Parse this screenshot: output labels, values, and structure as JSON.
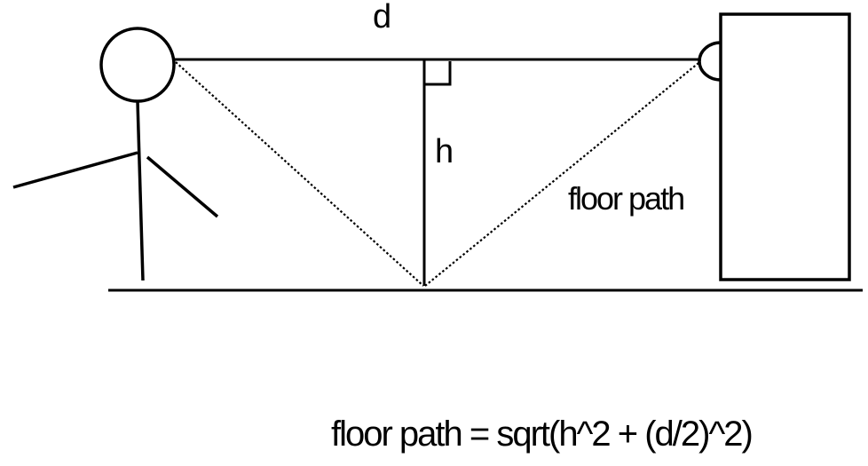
{
  "labels": {
    "d": "d",
    "h": "h",
    "floor_path": "floor path"
  },
  "formula": "floor path = sqrt(h^2 + (d/2)^2)",
  "colors": {
    "ink": "#000000",
    "background": "#ffffff"
  }
}
